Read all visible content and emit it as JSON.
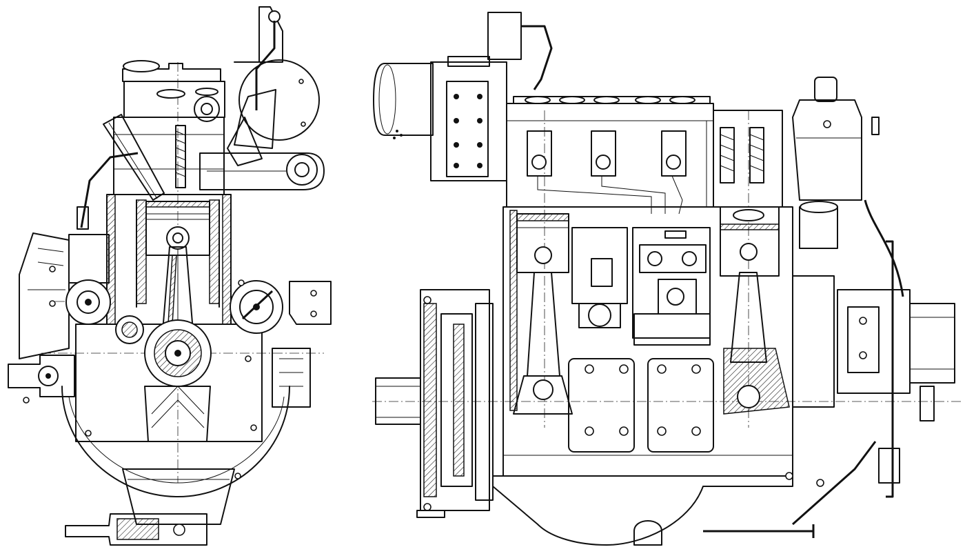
{
  "drawing": {
    "views": [
      {
        "id": "end-section",
        "kind": "transverse sectional view"
      },
      {
        "id": "side-section",
        "kind": "longitudinal partial-section view"
      }
    ],
    "line_color": "#111111",
    "background": "#ffffff"
  }
}
